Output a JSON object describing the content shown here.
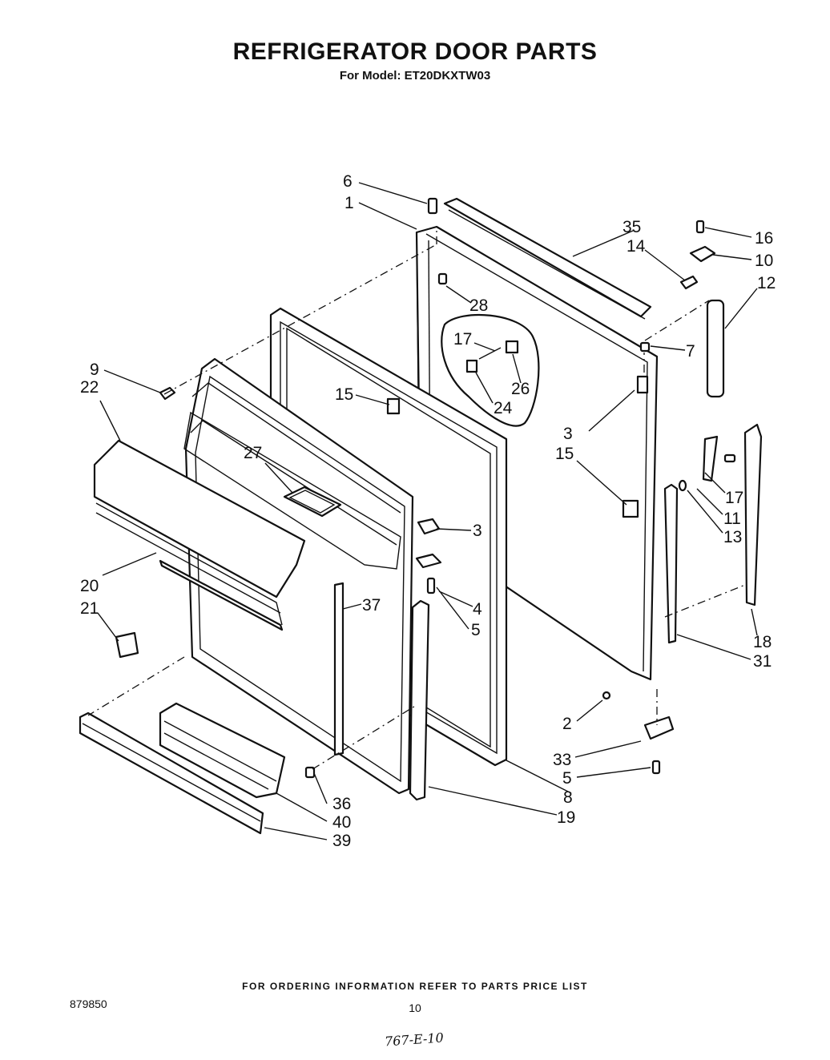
{
  "header": {
    "title": "REFRIGERATOR DOOR PARTS",
    "subtitle": "For Model: ET20DKXTW03"
  },
  "footer": {
    "ordering_note": "FOR ORDERING INFORMATION REFER TO PARTS PRICE LIST",
    "document_number": "879850",
    "page_number": "10",
    "handwritten_note": "767-E-10"
  },
  "callouts": [
    "6",
    "1",
    "35",
    "16",
    "14",
    "10",
    "12",
    "28",
    "17",
    "7",
    "26",
    "24",
    "9",
    "22",
    "15",
    "3",
    "15",
    "27",
    "17",
    "11",
    "13",
    "3",
    "20",
    "4",
    "21",
    "5",
    "37",
    "18",
    "31",
    "2",
    "33",
    "5",
    "8",
    "36",
    "40",
    "19",
    "39"
  ]
}
